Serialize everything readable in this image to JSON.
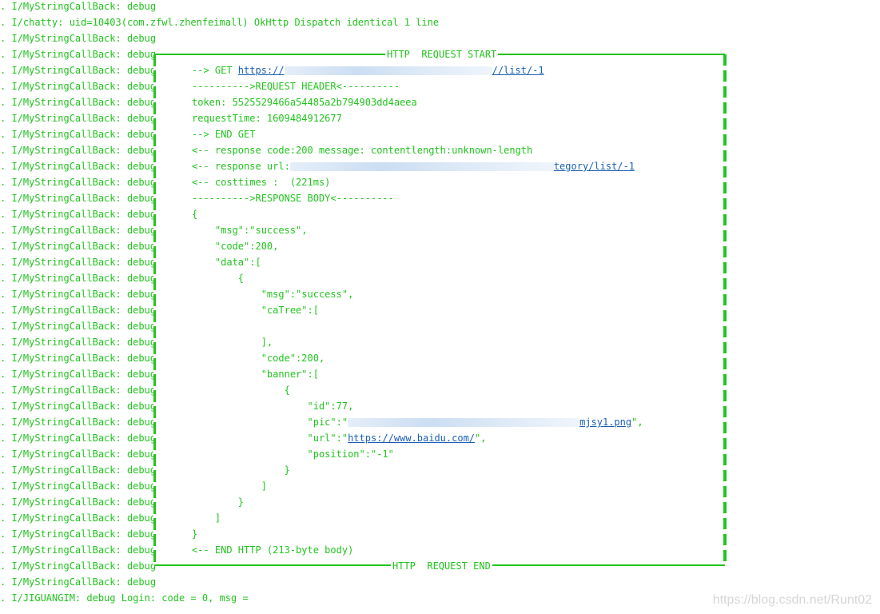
{
  "lines": [
    {
      "prefix": ". I/MyStringCallBack: debug",
      "segments": []
    },
    {
      "prefix": ". I/chatty: uid=10403(com.zfwl.zhenfeimall) OkHttp Dispatch identical 1 line",
      "segments": []
    },
    {
      "prefix": ". I/MyStringCallBack: debug",
      "segments": []
    },
    {
      "prefix": ". I/MyStringCallBack: debug",
      "segments": []
    },
    {
      "prefix": ". I/MyStringCallBack: debug",
      "segments": [
        {
          "t": "--> GET "
        },
        {
          "t": "https://",
          "link": true
        },
        {
          "redact": 260
        },
        {
          "t": "//list/-1",
          "link": true
        }
      ]
    },
    {
      "prefix": ". I/MyStringCallBack: debug",
      "segments": [
        {
          "t": "---------->REQUEST HEADER<----------"
        }
      ]
    },
    {
      "prefix": ". I/MyStringCallBack: debug",
      "segments": [
        {
          "t": "token: 5525529466a54485a2b794903dd4aeea"
        }
      ]
    },
    {
      "prefix": ". I/MyStringCallBack: debug",
      "segments": [
        {
          "t": "requestTime: 1609484912677"
        }
      ]
    },
    {
      "prefix": ". I/MyStringCallBack: debug",
      "segments": [
        {
          "t": "--> END GET"
        }
      ]
    },
    {
      "prefix": ". I/MyStringCallBack: debug",
      "segments": [
        {
          "t": "<-- response code:200 message: contentlength:unknown-length"
        }
      ]
    },
    {
      "prefix": ". I/MyStringCallBack: debug",
      "segments": [
        {
          "t": "<-- response url:"
        },
        {
          "redact": 330
        },
        {
          "t": "tegory/list/-1",
          "link": true
        }
      ]
    },
    {
      "prefix": ". I/MyStringCallBack: debug",
      "segments": [
        {
          "t": "<-- costtimes :  (221ms)"
        }
      ]
    },
    {
      "prefix": ". I/MyStringCallBack: debug",
      "segments": [
        {
          "t": "---------->RESPONSE BODY<----------"
        }
      ]
    },
    {
      "prefix": ". I/MyStringCallBack: debug",
      "segments": [
        {
          "t": "{"
        }
      ]
    },
    {
      "prefix": ". I/MyStringCallBack: debug",
      "segments": [
        {
          "t": "    \"msg\":\"success\","
        }
      ]
    },
    {
      "prefix": ". I/MyStringCallBack: debug",
      "segments": [
        {
          "t": "    \"code\":200,"
        }
      ]
    },
    {
      "prefix": ". I/MyStringCallBack: debug",
      "segments": [
        {
          "t": "    \"data\":["
        }
      ]
    },
    {
      "prefix": ". I/MyStringCallBack: debug",
      "segments": [
        {
          "t": "        {"
        }
      ]
    },
    {
      "prefix": ". I/MyStringCallBack: debug",
      "segments": [
        {
          "t": "            \"msg\":\"success\","
        }
      ]
    },
    {
      "prefix": ". I/MyStringCallBack: debug",
      "segments": [
        {
          "t": "            \"caTree\":["
        }
      ]
    },
    {
      "prefix": ". I/MyStringCallBack: debug",
      "segments": []
    },
    {
      "prefix": ". I/MyStringCallBack: debug",
      "segments": [
        {
          "t": "            ],"
        }
      ]
    },
    {
      "prefix": ". I/MyStringCallBack: debug",
      "segments": [
        {
          "t": "            \"code\":200,"
        }
      ]
    },
    {
      "prefix": ". I/MyStringCallBack: debug",
      "segments": [
        {
          "t": "            \"banner\":["
        }
      ]
    },
    {
      "prefix": ". I/MyStringCallBack: debug",
      "segments": [
        {
          "t": "                {"
        }
      ]
    },
    {
      "prefix": ". I/MyStringCallBack: debug",
      "segments": [
        {
          "t": "                    \"id\":77,"
        }
      ]
    },
    {
      "prefix": ". I/MyStringCallBack: debug",
      "segments": [
        {
          "t": "                    \"pic\":\""
        },
        {
          "redact": 290
        },
        {
          "t": "mjsy1.png",
          "link": true
        },
        {
          "t": "\","
        }
      ]
    },
    {
      "prefix": ". I/MyStringCallBack: debug",
      "segments": [
        {
          "t": "                    \"url\":\""
        },
        {
          "t": "https://www.baidu.com/",
          "link": true
        },
        {
          "t": "\","
        }
      ]
    },
    {
      "prefix": ". I/MyStringCallBack: debug",
      "segments": [
        {
          "t": "                    \"position\":\"-1\""
        }
      ]
    },
    {
      "prefix": ". I/MyStringCallBack: debug",
      "segments": [
        {
          "t": "                }"
        }
      ]
    },
    {
      "prefix": ". I/MyStringCallBack: debug",
      "segments": [
        {
          "t": "            ]"
        }
      ]
    },
    {
      "prefix": ". I/MyStringCallBack: debug",
      "segments": [
        {
          "t": "        }"
        }
      ]
    },
    {
      "prefix": ". I/MyStringCallBack: debug",
      "segments": [
        {
          "t": "    ]"
        }
      ]
    },
    {
      "prefix": ". I/MyStringCallBack: debug",
      "segments": [
        {
          "t": "}"
        }
      ]
    },
    {
      "prefix": ". I/MyStringCallBack: debug",
      "segments": [
        {
          "t": "<-- END HTTP (213-byte body)"
        }
      ]
    },
    {
      "prefix": ". I/MyStringCallBack: debug",
      "segments": []
    },
    {
      "prefix": ". I/MyStringCallBack: debug",
      "segments": []
    },
    {
      "prefix": ". I/JIGUANGIM: debug Login: code = 0, msg =",
      "segments": []
    }
  ],
  "box": {
    "start_label": "HTTP  REQUEST START",
    "end_label": "HTTP  REQUEST END"
  },
  "watermark": "https://blog.csdn.net/Runt02",
  "colors": {
    "log_text": "#22c41e",
    "link": "#1a5fb4",
    "background": "#ffffff"
  }
}
